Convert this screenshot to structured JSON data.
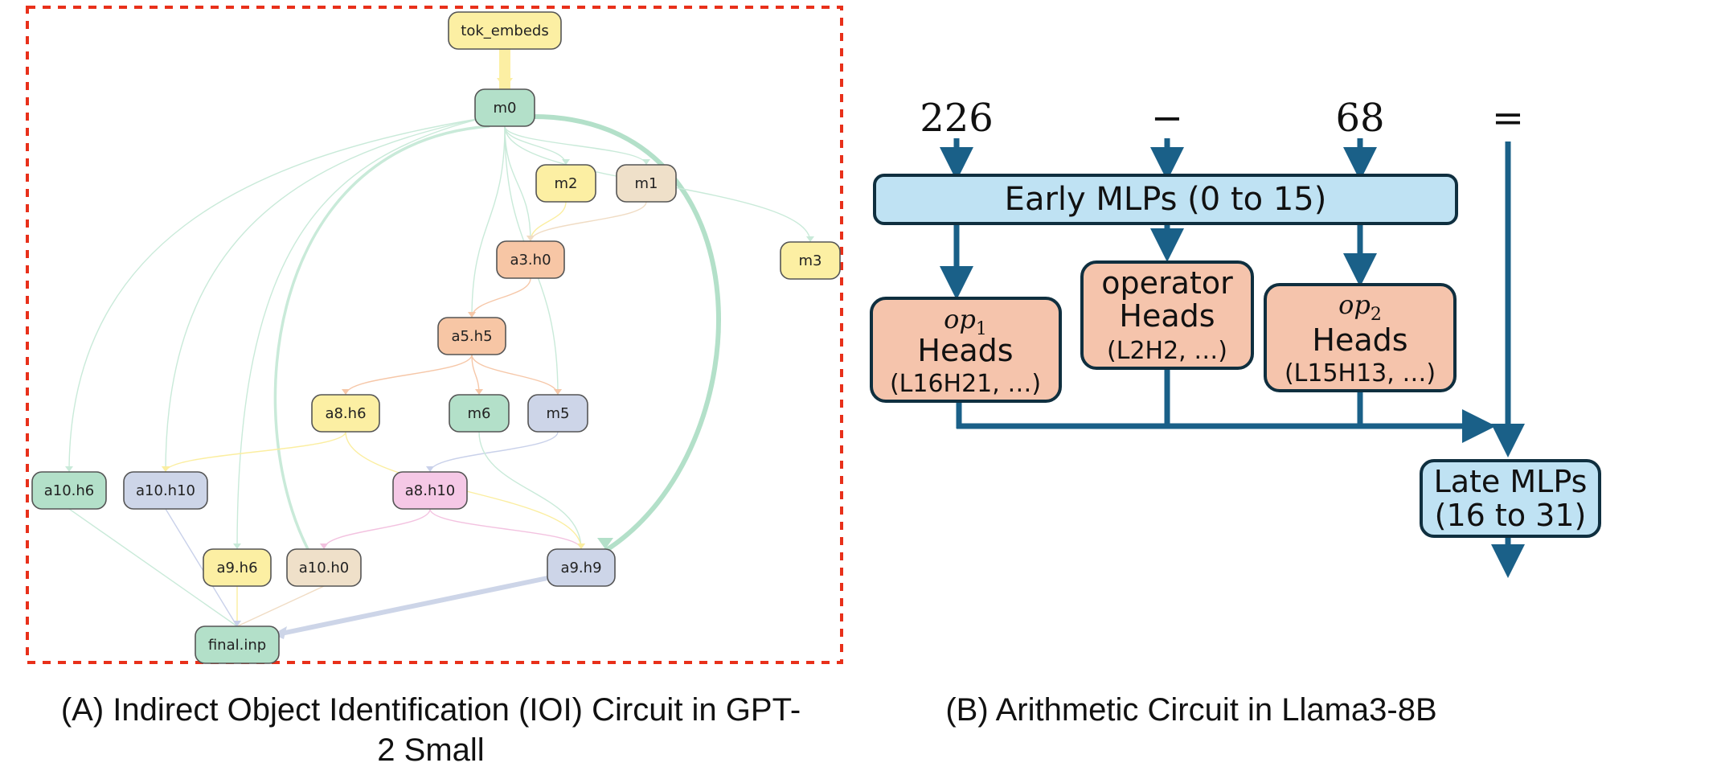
{
  "panel_a": {
    "caption_line1": "(A) Indirect Object Identification (IOI) Circuit in GPT-",
    "caption_line2": "2 Small",
    "colors": {
      "green": "#b3e0c9",
      "yellow": "#fcefa3",
      "tan": "#efe0c9",
      "orange": "#f7c6a5",
      "blue": "#cdd5e8",
      "pink": "#f5c8e6",
      "border": "#e8301a"
    },
    "nodes": [
      {
        "id": "tok_embeds",
        "label": "tok_embeds",
        "color": "yellow"
      },
      {
        "id": "m0",
        "label": "m0",
        "color": "green"
      },
      {
        "id": "m2",
        "label": "m2",
        "color": "yellow"
      },
      {
        "id": "m1",
        "label": "m1",
        "color": "tan"
      },
      {
        "id": "m3",
        "label": "m3",
        "color": "yellow"
      },
      {
        "id": "a3.h0",
        "label": "a3.h0",
        "color": "orange"
      },
      {
        "id": "a5.h5",
        "label": "a5.h5",
        "color": "orange"
      },
      {
        "id": "a8.h6",
        "label": "a8.h6",
        "color": "yellow"
      },
      {
        "id": "m6",
        "label": "m6",
        "color": "green"
      },
      {
        "id": "m5",
        "label": "m5",
        "color": "blue"
      },
      {
        "id": "a10.h6",
        "label": "a10.h6",
        "color": "green"
      },
      {
        "id": "a10.h10",
        "label": "a10.h10",
        "color": "blue"
      },
      {
        "id": "a8.h10",
        "label": "a8.h10",
        "color": "pink"
      },
      {
        "id": "a9.h6",
        "label": "a9.h6",
        "color": "yellow"
      },
      {
        "id": "a10.h0",
        "label": "a10.h0",
        "color": "tan"
      },
      {
        "id": "a9.h9",
        "label": "a9.h9",
        "color": "blue"
      },
      {
        "id": "final.inp",
        "label": "final.inp",
        "color": "green"
      }
    ],
    "edges": [
      {
        "from": "tok_embeds",
        "to": "m0",
        "color": "yellow",
        "weight": "heavy"
      },
      {
        "from": "m0",
        "to": "a9.h9",
        "color": "green",
        "weight": "heavy"
      },
      {
        "from": "m0",
        "to": "a10.h0",
        "color": "green",
        "weight": "medium"
      },
      {
        "from": "m0",
        "to": "a9.h6",
        "color": "green",
        "weight": "light"
      },
      {
        "from": "m0",
        "to": "a10.h10",
        "color": "green",
        "weight": "light"
      },
      {
        "from": "m0",
        "to": "a10.h6",
        "color": "green",
        "weight": "light"
      },
      {
        "from": "m0",
        "to": "m2",
        "color": "green",
        "weight": "light"
      },
      {
        "from": "m0",
        "to": "m1",
        "color": "green",
        "weight": "light"
      },
      {
        "from": "m0",
        "to": "m3",
        "color": "green",
        "weight": "light"
      },
      {
        "from": "m0",
        "to": "a3.h0",
        "color": "green",
        "weight": "light"
      },
      {
        "from": "m0",
        "to": "a5.h5",
        "color": "green",
        "weight": "light"
      },
      {
        "from": "m0",
        "to": "m5",
        "color": "green",
        "weight": "light"
      },
      {
        "from": "m2",
        "to": "a3.h0",
        "color": "yellow",
        "weight": "light"
      },
      {
        "from": "m1",
        "to": "a3.h0",
        "color": "tan",
        "weight": "light"
      },
      {
        "from": "a3.h0",
        "to": "a5.h5",
        "color": "orange",
        "weight": "light"
      },
      {
        "from": "a5.h5",
        "to": "a8.h6",
        "color": "orange",
        "weight": "light"
      },
      {
        "from": "a5.h5",
        "to": "m6",
        "color": "orange",
        "weight": "light"
      },
      {
        "from": "a5.h5",
        "to": "m5",
        "color": "orange",
        "weight": "light"
      },
      {
        "from": "m5",
        "to": "a8.h10",
        "color": "blue",
        "weight": "light"
      },
      {
        "from": "m6",
        "to": "a9.h9",
        "color": "green",
        "weight": "light"
      },
      {
        "from": "a8.h10",
        "to": "a9.h9",
        "color": "pink",
        "weight": "light"
      },
      {
        "from": "a8.h10",
        "to": "a10.h0",
        "color": "pink",
        "weight": "light"
      },
      {
        "from": "a8.h6",
        "to": "a10.h10",
        "color": "yellow",
        "weight": "light"
      },
      {
        "from": "a8.h6",
        "to": "a9.h9",
        "color": "yellow",
        "weight": "light"
      },
      {
        "from": "a9.h6",
        "to": "final.inp",
        "color": "yellow",
        "weight": "light"
      },
      {
        "from": "a10.h0",
        "to": "final.inp",
        "color": "tan",
        "weight": "light"
      },
      {
        "from": "a9.h9",
        "to": "final.inp",
        "color": "blue",
        "weight": "heavy"
      },
      {
        "from": "a10.h6",
        "to": "final.inp",
        "color": "green",
        "weight": "light"
      },
      {
        "from": "a10.h10",
        "to": "final.inp",
        "color": "blue",
        "weight": "light"
      }
    ]
  },
  "panel_b": {
    "caption": "(B) Arithmetic Circuit in Llama3-8B",
    "colors": {
      "arrow": "#1a6088",
      "mlp_fill": "#bfe2f3",
      "head_fill": "#f5c4ac",
      "box_border": "#0f2f3f"
    },
    "tokens": {
      "t1": "226",
      "t2": "−",
      "t3": "68",
      "t4": "="
    },
    "early_mlps": "Early MLPs (0 to 15)",
    "op1": {
      "math_base": "op",
      "math_sub": "1",
      "label": "Heads",
      "examples": "(L16H21, …)"
    },
    "operator": {
      "line1": "operator",
      "label": "Heads",
      "examples": "(L2H2, …)"
    },
    "op2": {
      "math_base": "op",
      "math_sub": "2",
      "label": "Heads",
      "examples": "(L15H13, …)"
    },
    "late_mlps": {
      "line1": "Late MLPs",
      "line2": "(16 to 31)"
    }
  }
}
